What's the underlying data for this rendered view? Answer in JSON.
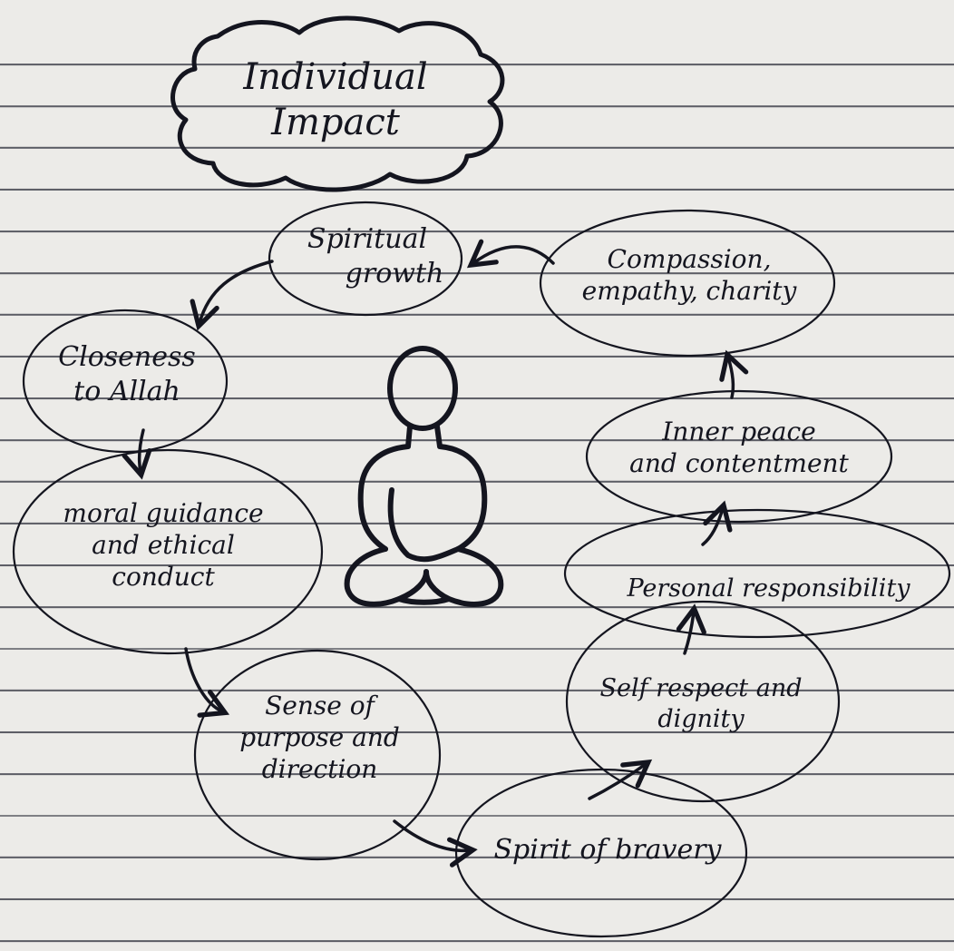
{
  "title": {
    "line1": "Individual",
    "line2": "Impact"
  },
  "nodes": {
    "spiritual_growth": {
      "line1": "Spiritual",
      "line2": "growth"
    },
    "closeness": {
      "line1": "Closeness",
      "line2": "to Allah"
    },
    "moral": {
      "line1": "moral guidance",
      "line2": "and ethical",
      "line3": "conduct"
    },
    "purpose": {
      "line1": "Sense of",
      "line2": "purpose and",
      "line3": "direction"
    },
    "bravery": {
      "line1": "Spirit of bravery"
    },
    "self_respect": {
      "line1": "Self respect and",
      "line2": "dignity"
    },
    "responsibility": {
      "line1": "Personal responsibility"
    },
    "inner_peace": {
      "line1": "Inner peace",
      "line2": "and contentment"
    },
    "compassion": {
      "line1": "Compassion,",
      "line2": "empathy, charity"
    }
  },
  "colors": {
    "ink": "#14151f",
    "paper": "#ecebe8",
    "rule": "#5d5e66"
  },
  "center_figure": "meditating-person-icon"
}
